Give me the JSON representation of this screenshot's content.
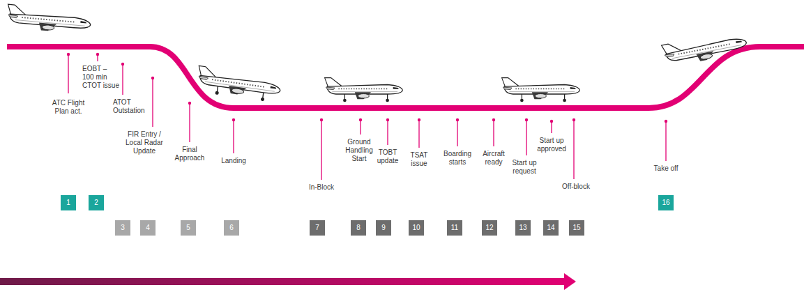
{
  "diagram": {
    "nodes": [
      {
        "text": [
          "1"
        ]
      },
      {
        "text": [
          "2"
        ]
      },
      {
        "text": [
          "3"
        ]
      },
      {
        "text": [
          "4"
        ]
      },
      {
        "text": [
          "5"
        ]
      },
      {
        "text": [
          "6"
        ]
      },
      {
        "text": [
          "7"
        ]
      },
      {
        "text": [
          "8"
        ]
      },
      {
        "text": [
          "9"
        ]
      },
      {
        "text": [
          "10"
        ]
      },
      {
        "text": [
          "11"
        ]
      },
      {
        "text": [
          "12"
        ]
      },
      {
        "text": [
          "13"
        ]
      },
      {
        "text": [
          "14"
        ]
      },
      {
        "text": [
          "15"
        ]
      },
      {
        "text": [
          "16"
        ]
      }
    ],
    "labels": [
      "ATC Flight Plan act.",
      "EOBT – 100 min CTOT issue",
      "ATOT Outstation",
      "FIR Entry / Local Radar Update",
      "Final Approach",
      "Landing",
      "In-Block",
      "Ground Handling Start",
      "TOBT update",
      "TSAT issue",
      "Boarding starts",
      "Aircraft ready",
      "Start up request",
      "Start up approved",
      "Off-block",
      "Take off"
    ]
  }
}
